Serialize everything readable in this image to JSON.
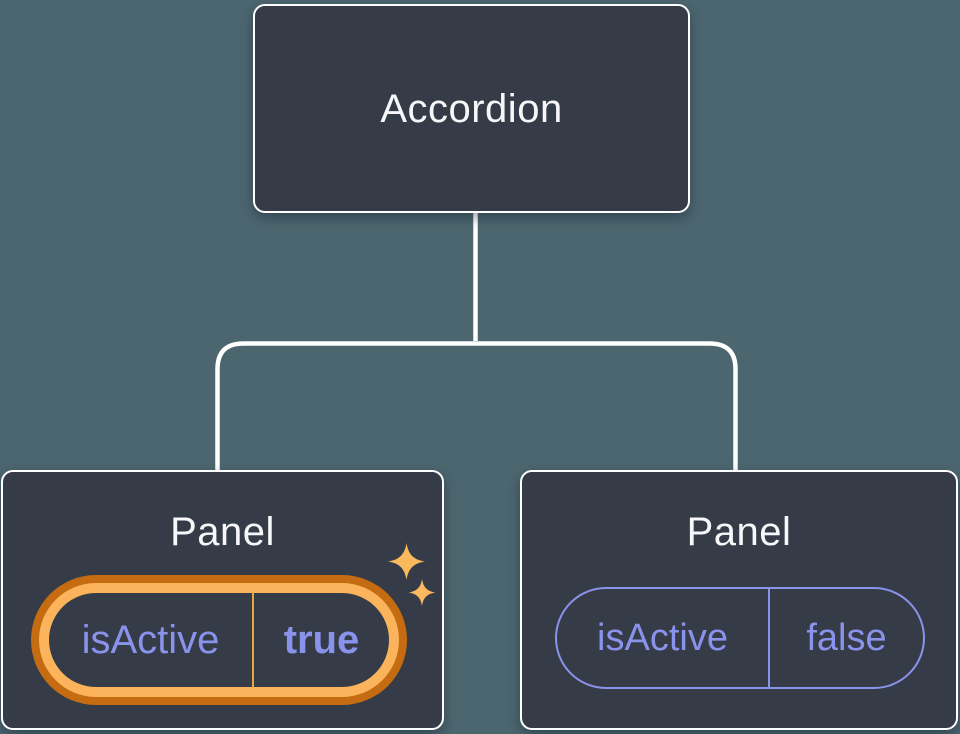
{
  "colors": {
    "background": "#4C6670",
    "node_fill": "#353B47",
    "node_border": "#FFFFFF",
    "connector": "#FFFFFF",
    "title_text": "#F6F7F9",
    "state_text": "#8A93EC",
    "highlight_ring_outer": "#C56B12",
    "highlight_ring_inner": "#FBB45C",
    "highlight_divider": "#E9A83E",
    "sparkle": "#F9B95C"
  },
  "tree": {
    "root": {
      "label": "Accordion"
    },
    "children": [
      {
        "label": "Panel",
        "state": {
          "key": "isActive",
          "value": "true"
        },
        "highlighted": true
      },
      {
        "label": "Panel",
        "state": {
          "key": "isActive",
          "value": "false"
        },
        "highlighted": false
      }
    ]
  }
}
